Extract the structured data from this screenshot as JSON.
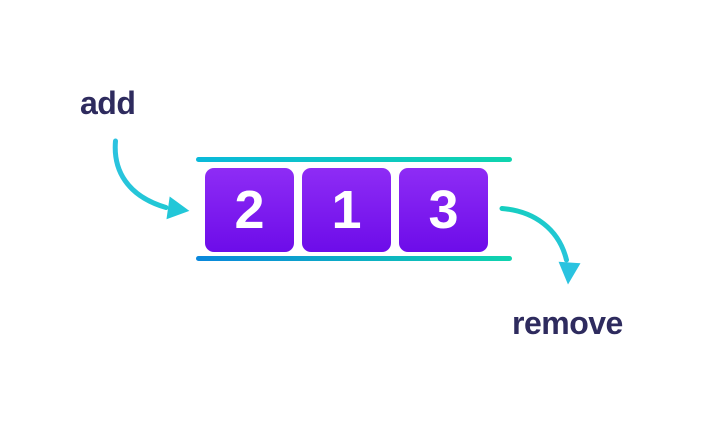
{
  "diagram": {
    "type": "queue-illustration",
    "add_label": "add",
    "remove_label": "remove",
    "queue": {
      "items": [
        "2",
        "1",
        "3"
      ],
      "item_count": 3
    },
    "colors": {
      "background": "#ffffff",
      "label_text": "#2e2b5e",
      "box_gradient_top": "#8e2cf5",
      "box_gradient_bottom": "#6d0ce9",
      "box_number_text": "#ffffff",
      "arrow_teal": "#26c6d6",
      "rail_top_left": "#0ab9da",
      "rail_bottom_left": "#0a87dc",
      "rail_right": "#0fd4ae"
    }
  }
}
